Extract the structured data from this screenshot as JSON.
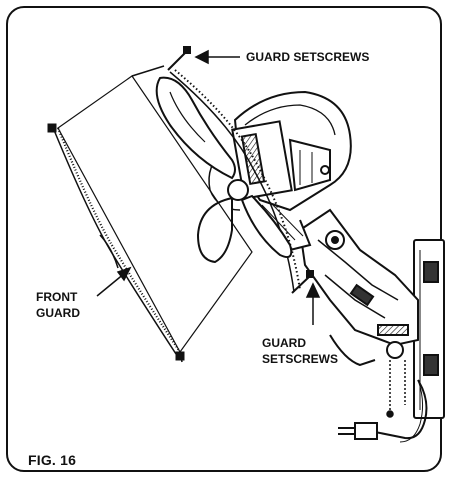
{
  "figure": {
    "caption": "FIG. 16",
    "callouts": {
      "guard_setscrews_top": "GUARD SETSCREWS",
      "front_guard_line1": "FRONT",
      "front_guard_line2": "GUARD",
      "guard_setscrews_bottom_line1": "GUARD",
      "guard_setscrews_bottom_line2": "SETSCREWS"
    }
  }
}
